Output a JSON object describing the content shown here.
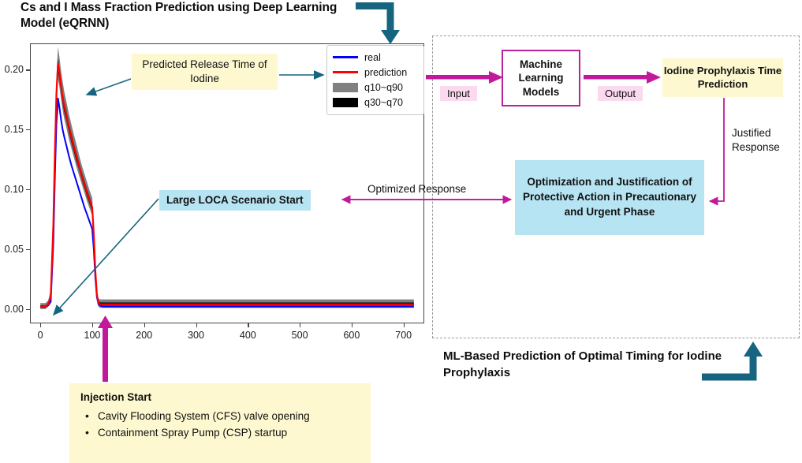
{
  "title": "Cs and I Mass Fraction Prediction using Deep Learning  Model (eQRNN)",
  "bottom_caption": "ML-Based Prediction of Optimal Timing for Iodine Prophylaxis",
  "colors": {
    "teal_arrow": "#16647f",
    "magenta_arrow": "#c2199c",
    "yellow_callout": "#fdf8cf",
    "blue_callout": "#b7e4f2",
    "pink_label": "#fbd9ef",
    "ml_box_border": "#b8239a",
    "dashed_border": "#9a9a9a",
    "series_real": "#0000ff",
    "series_prediction": "#ff0000",
    "band_q10_q90": "#808080",
    "band_q30_q70": "#000000"
  },
  "callouts": {
    "predicted_release": "Predicted Release Time of Iodine",
    "large_loca": "Large LOCA Scenario Start",
    "injection": {
      "title": "Injection Start",
      "bullets": [
        "Cavity Flooding System (CFS) valve opening",
        "Containment Spray Pump (CSP) startup"
      ]
    }
  },
  "flow": {
    "input_label": "Input",
    "output_label": "Output",
    "ml_box": "Machine Learning Models",
    "iodine_box": "Iodine Prophylaxis Time Prediction",
    "optimization_box": "Optimization and Justification of Protective Action in Precautionary and Urgent Phase",
    "justified_response": "Justified Response",
    "optimized_response": "Optimized  Response"
  },
  "legend": {
    "items": [
      {
        "label": "real",
        "kind": "line",
        "color": "#0000ff"
      },
      {
        "label": "prediction",
        "kind": "line",
        "color": "#ff0000"
      },
      {
        "label": "q10~q90",
        "kind": "box",
        "color": "#808080"
      },
      {
        "label": "q30~q70",
        "kind": "box",
        "color": "#000000"
      }
    ]
  },
  "chart_data": {
    "type": "line",
    "title": "Cs and I Mass Fraction Prediction using Deep Learning  Model (eQRNN)",
    "xlabel": "",
    "ylabel": "",
    "xlim": [
      -20,
      740
    ],
    "ylim": [
      -0.012,
      0.222
    ],
    "xticks": [
      0,
      100,
      200,
      300,
      400,
      500,
      600,
      700
    ],
    "yticks": [
      0.0,
      0.05,
      0.1,
      0.15,
      0.2
    ],
    "grid": false,
    "legend_position": "upper right",
    "x": [
      0,
      5,
      10,
      15,
      20,
      25,
      28,
      31,
      34,
      37,
      40,
      43,
      46,
      50,
      55,
      60,
      65,
      70,
      75,
      80,
      85,
      90,
      95,
      100,
      103,
      106,
      109,
      112,
      115,
      120,
      130,
      150,
      200,
      250,
      300,
      350,
      400,
      450,
      500,
      550,
      600,
      650,
      700,
      720
    ],
    "series": [
      {
        "name": "real",
        "color": "#0000ff",
        "values": [
          0.002,
          0.002,
          0.002,
          0.003,
          0.006,
          0.055,
          0.11,
          0.155,
          0.176,
          0.168,
          0.158,
          0.15,
          0.144,
          0.137,
          0.128,
          0.12,
          0.113,
          0.106,
          0.099,
          0.092,
          0.085,
          0.079,
          0.073,
          0.067,
          0.05,
          0.026,
          0.01,
          0.004,
          0.003,
          0.002,
          0.002,
          0.002,
          0.002,
          0.002,
          0.002,
          0.002,
          0.002,
          0.002,
          0.002,
          0.002,
          0.002,
          0.002,
          0.002,
          0.002
        ]
      },
      {
        "name": "prediction",
        "color": "#ff0000",
        "values": [
          0.002,
          0.002,
          0.002,
          0.004,
          0.01,
          0.07,
          0.13,
          0.18,
          0.205,
          0.197,
          0.186,
          0.177,
          0.17,
          0.162,
          0.152,
          0.143,
          0.135,
          0.127,
          0.119,
          0.111,
          0.104,
          0.097,
          0.091,
          0.085,
          0.062,
          0.032,
          0.012,
          0.005,
          0.004,
          0.004,
          0.004,
          0.004,
          0.004,
          0.004,
          0.004,
          0.004,
          0.004,
          0.004,
          0.004,
          0.004,
          0.004,
          0.004,
          0.004,
          0.004
        ]
      },
      {
        "name": "q10~q90",
        "color": "#808080",
        "lower": [
          0.0,
          0.0,
          0.0,
          0.002,
          0.006,
          0.058,
          0.118,
          0.168,
          0.192,
          0.185,
          0.175,
          0.166,
          0.159,
          0.152,
          0.142,
          0.134,
          0.126,
          0.118,
          0.111,
          0.104,
          0.097,
          0.09,
          0.084,
          0.078,
          0.055,
          0.026,
          0.008,
          0.002,
          0.001,
          0.001,
          0.001,
          0.001,
          0.001,
          0.001,
          0.001,
          0.001,
          0.001,
          0.001,
          0.001,
          0.001,
          0.001,
          0.001,
          0.001,
          0.001
        ],
        "upper": [
          0.005,
          0.005,
          0.005,
          0.007,
          0.016,
          0.082,
          0.142,
          0.194,
          0.219,
          0.21,
          0.199,
          0.19,
          0.182,
          0.174,
          0.163,
          0.154,
          0.145,
          0.137,
          0.128,
          0.12,
          0.113,
          0.106,
          0.099,
          0.093,
          0.07,
          0.04,
          0.017,
          0.009,
          0.008,
          0.008,
          0.008,
          0.008,
          0.008,
          0.008,
          0.008,
          0.008,
          0.008,
          0.008,
          0.008,
          0.008,
          0.008,
          0.008,
          0.008,
          0.008
        ]
      },
      {
        "name": "q30~q70",
        "color": "#000000",
        "lower": [
          0.001,
          0.001,
          0.001,
          0.003,
          0.008,
          0.065,
          0.125,
          0.175,
          0.199,
          0.191,
          0.181,
          0.172,
          0.165,
          0.158,
          0.148,
          0.139,
          0.131,
          0.123,
          0.116,
          0.108,
          0.101,
          0.094,
          0.088,
          0.082,
          0.059,
          0.029,
          0.01,
          0.004,
          0.003,
          0.003,
          0.003,
          0.003,
          0.003,
          0.003,
          0.003,
          0.003,
          0.003,
          0.003,
          0.003,
          0.003,
          0.003,
          0.003,
          0.003,
          0.003
        ]
      }
    ]
  }
}
